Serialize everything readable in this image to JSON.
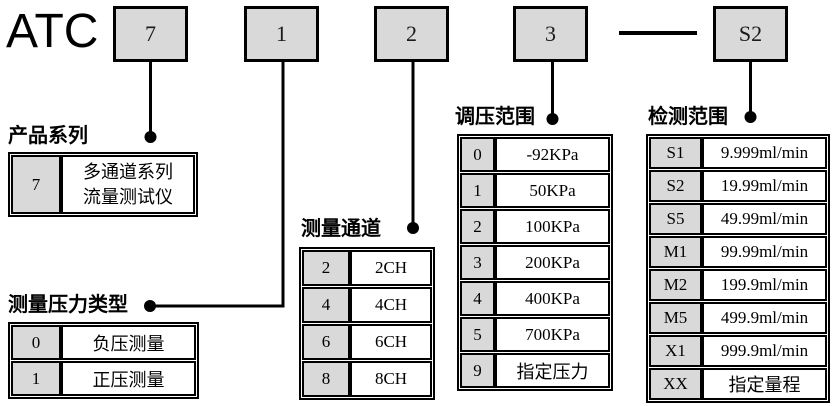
{
  "brand": "ATC",
  "model_boxes": [
    {
      "label": "7"
    },
    {
      "label": "1"
    },
    {
      "label": "2"
    },
    {
      "label": "3"
    },
    {
      "label": "S2"
    }
  ],
  "sections": {
    "product_series": {
      "header": "产品系列",
      "rows": [
        {
          "code": "7",
          "value": "多通道系列\n流量测试仪"
        }
      ]
    },
    "pressure_type": {
      "header": "测量压力类型",
      "rows": [
        {
          "code": "0",
          "value": "负压测量"
        },
        {
          "code": "1",
          "value": "正压测量"
        }
      ]
    },
    "channels": {
      "header": "测量通道",
      "rows": [
        {
          "code": "2",
          "value": "2CH"
        },
        {
          "code": "4",
          "value": "4CH"
        },
        {
          "code": "6",
          "value": "6CH"
        },
        {
          "code": "8",
          "value": "8CH"
        }
      ]
    },
    "pressure_range": {
      "header": "调压范围",
      "rows": [
        {
          "code": "0",
          "value": "-92KPa"
        },
        {
          "code": "1",
          "value": "50KPa"
        },
        {
          "code": "2",
          "value": "100KPa"
        },
        {
          "code": "3",
          "value": "200KPa"
        },
        {
          "code": "4",
          "value": "400KPa"
        },
        {
          "code": "5",
          "value": "700KPa"
        },
        {
          "code": "9",
          "value": "指定压力"
        }
      ]
    },
    "detection_range": {
      "header": "检测范围",
      "rows": [
        {
          "code": "S1",
          "value": "9.999ml/min"
        },
        {
          "code": "S2",
          "value": "19.99ml/min"
        },
        {
          "code": "S5",
          "value": "49.99ml/min"
        },
        {
          "code": "M1",
          "value": "99.99ml/min"
        },
        {
          "code": "M2",
          "value": "199.9ml/min"
        },
        {
          "code": "M5",
          "value": "499.9ml/min"
        },
        {
          "code": "X1",
          "value": "999.9ml/min"
        },
        {
          "code": "XX",
          "value": "指定量程"
        }
      ]
    }
  },
  "colors": {
    "box_fill": "#d9d9d9",
    "line": "#000000",
    "background": "#ffffff"
  }
}
